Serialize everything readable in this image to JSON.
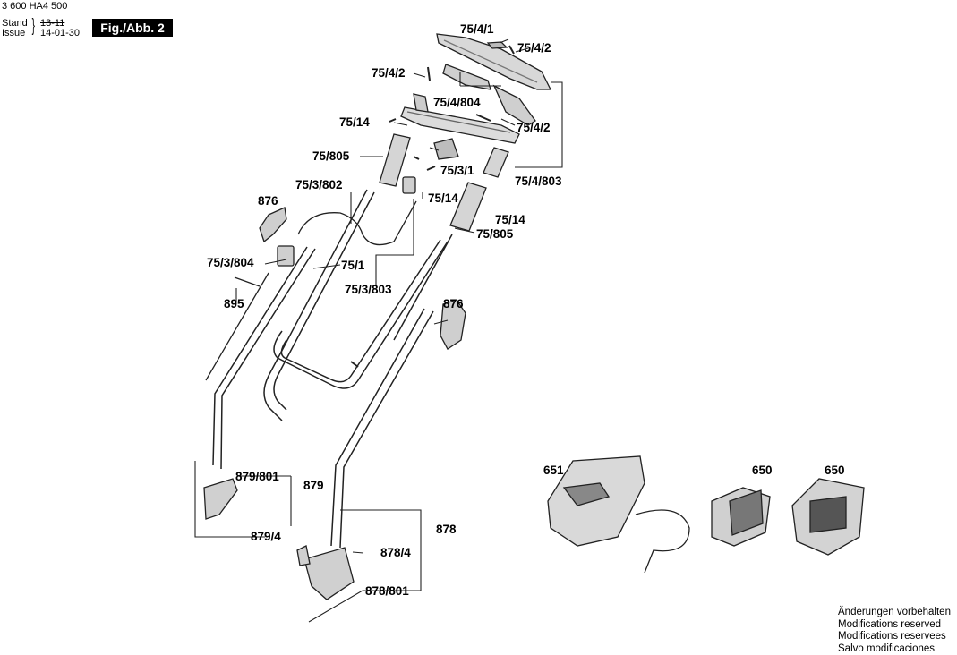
{
  "header": {
    "doc_number": "3 600 HA4 500",
    "stand_label": "Stand",
    "issue_label": "Issue",
    "stand_date": "13-11",
    "issue_date": "14-01-30",
    "figure": "Fig./Abb. 2"
  },
  "labels": {
    "p75_4_1": "75/4/1",
    "p75_4_2_top": "75/4/2",
    "p75_4_2_left": "75/4/2",
    "p75_4_804": "75/4/804",
    "p75_4_2_right": "75/4/2",
    "p75_14_a": "75/14",
    "p75_805_left": "75/805",
    "p75_3_1": "75/3/1",
    "p75_4_803": "75/4/803",
    "p75_3_802": "75/3/802",
    "p75_14_b": "75/14",
    "p75_14_c": "75/14",
    "p876_a": "876",
    "p75_805_right": "75/805",
    "p75_3_804": "75/3/804",
    "p75_1": "75/1",
    "p75_3_803": "75/3/803",
    "p895": "895",
    "p876_b": "876",
    "p879_801": "879/801",
    "p879": "879",
    "p879_4": "879/4",
    "p878": "878",
    "p878_4": "878/4",
    "p878_801": "878/801",
    "p651": "651",
    "p650_a": "650",
    "p650_b": "650"
  },
  "footer": {
    "line1": "Änderungen vorbehalten",
    "line2": "Modifications reserved",
    "line3": "Modifications reservees",
    "line4": "Salvo modificaciones"
  }
}
